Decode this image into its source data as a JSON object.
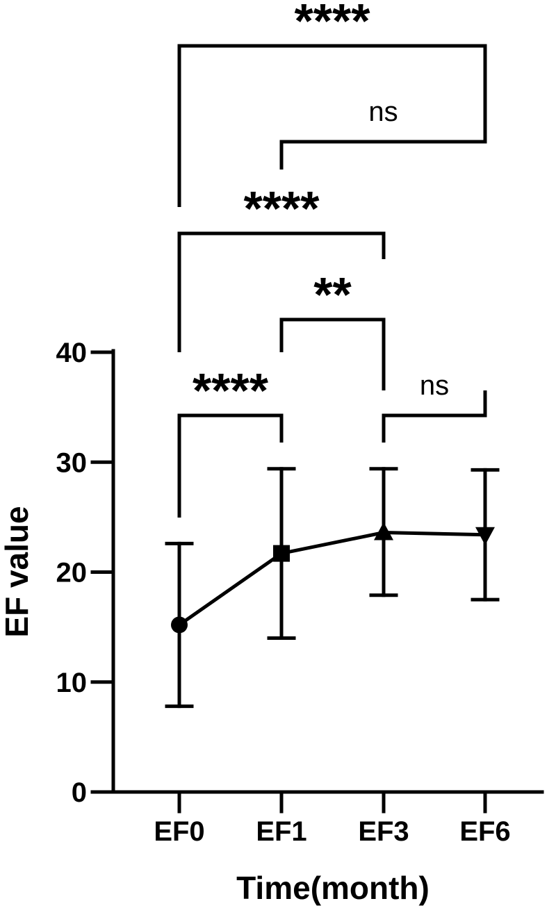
{
  "chart_data": {
    "type": "line",
    "title": "",
    "xlabel": "Time(month)",
    "ylabel": "EF value",
    "ylim": [
      0,
      40
    ],
    "yticks": [
      0,
      10,
      20,
      30,
      40
    ],
    "grid": false,
    "categories": [
      "EF0",
      "EF1",
      "EF3",
      "EF6"
    ],
    "series": [
      {
        "markers": [
          "circle",
          "square",
          "triangle-up",
          "triangle-down"
        ],
        "values": [
          15.2,
          21.7,
          23.6,
          23.4
        ],
        "error_low": [
          7.8,
          14.0,
          17.9,
          17.5
        ],
        "error_high": [
          22.6,
          29.4,
          29.4,
          29.3
        ]
      }
    ],
    "comparisons": [
      {
        "from": "EF0",
        "to": "EF1",
        "label": "****"
      },
      {
        "from": "EF3",
        "to": "EF6",
        "label": "ns"
      },
      {
        "from": "EF1",
        "to": "EF3",
        "label": "**"
      },
      {
        "from": "EF0",
        "to": "EF3",
        "label": "****"
      },
      {
        "from": "EF1",
        "to": "EF6",
        "label": "ns"
      },
      {
        "from": "EF0",
        "to": "EF6",
        "label": "****"
      }
    ]
  }
}
